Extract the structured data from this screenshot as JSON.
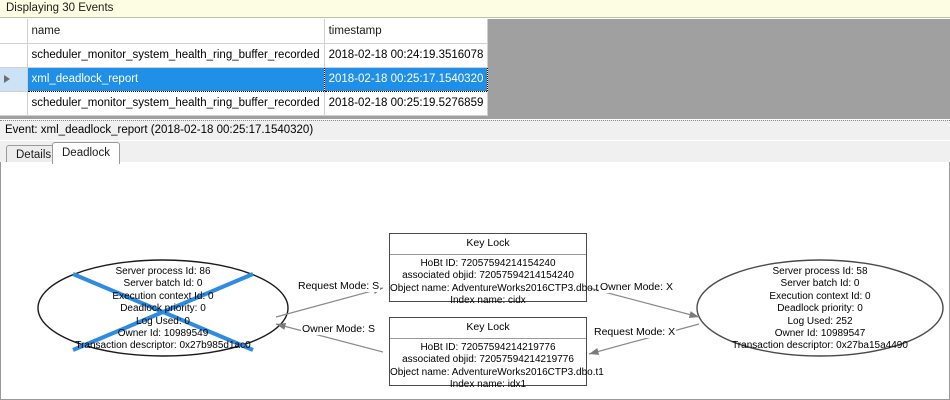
{
  "banner": {
    "text": "Displaying 30 Events"
  },
  "grid": {
    "columns": [
      "",
      "name",
      "timestamp"
    ],
    "rows": [
      {
        "selected": false,
        "marker": "",
        "name": "scheduler_monitor_system_health_ring_buffer_recorded",
        "timestamp": "2018-02-18 00:24:19.3516078"
      },
      {
        "selected": true,
        "marker": "row-selector-arrow",
        "name": "xml_deadlock_report",
        "timestamp": "2018-02-18 00:25:17.1540320"
      },
      {
        "selected": false,
        "marker": "",
        "name": "scheduler_monitor_system_health_ring_buffer_recorded",
        "timestamp": "2018-02-18 00:25:19.5276859"
      }
    ]
  },
  "event_header": {
    "text": "Event: xml_deadlock_report (2018-02-18 00:25:17.1540320)"
  },
  "tabs": [
    {
      "label": "Details",
      "active": false
    },
    {
      "label": "Deadlock",
      "active": true
    }
  ],
  "deadlock_graph": {
    "victim_marker_color": "#2E8BE0",
    "process_left": {
      "is_victim": true,
      "lines": [
        "Server process Id: 86",
        "Server batch Id: 0",
        "Execution context Id: 0",
        "Deadlock priority: 0",
        "Log Used: 0",
        "Owner Id: 10989549",
        "Transaction descriptor: 0x27b985d1ac0"
      ]
    },
    "process_right": {
      "is_victim": false,
      "lines": [
        "Server process Id: 58",
        "Server batch Id: 0",
        "Execution context Id: 0",
        "Deadlock priority: 0",
        "Log Used: 252",
        "Owner Id: 10989547",
        "Transaction descriptor: 0x27ba15a4490"
      ]
    },
    "lock_top": {
      "title": "Key Lock",
      "lines": [
        "HoBt ID: 72057594214154240",
        "associated objid: 72057594214154240",
        "Object name: AdventureWorks2016CTP3.dbo.t1",
        "Index name: cidx"
      ]
    },
    "lock_bottom": {
      "title": "Key Lock",
      "lines": [
        "HoBt ID: 72057594214219776",
        "associated objid: 72057594214219776",
        "Object name: AdventureWorks2016CTP3.dbo.t1",
        "Index name: idx1"
      ]
    },
    "edges": [
      {
        "id": "left-request-top",
        "label": "Request Mode: S"
      },
      {
        "id": "top-owner-right",
        "label": "Owner Mode: X"
      },
      {
        "id": "bottom-owner-left",
        "label": "Owner Mode: S"
      },
      {
        "id": "right-request-bottom",
        "label": "Request Mode: X"
      }
    ]
  }
}
